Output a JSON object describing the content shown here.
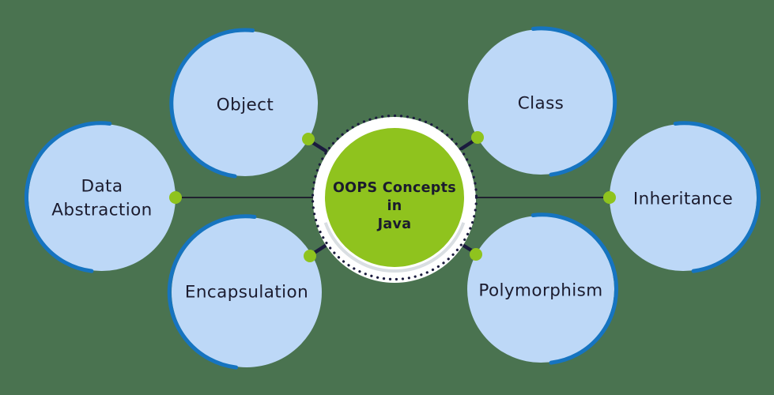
{
  "center": {
    "title_lines": [
      "OOPS Concepts",
      "in",
      "Java"
    ]
  },
  "nodes": [
    {
      "id": "object",
      "label": "Object"
    },
    {
      "id": "class",
      "label": "Class"
    },
    {
      "id": "data-abstraction",
      "label": "Data Abstraction",
      "label_lines": [
        "Data",
        "Abstraction"
      ]
    },
    {
      "id": "inheritance",
      "label": "Inheritance"
    },
    {
      "id": "encapsulation",
      "label": "Encapsulation"
    },
    {
      "id": "polymorphism",
      "label": "Polymorphism"
    }
  ],
  "colors": {
    "background": "#4A7350",
    "node_fill": "#BDD8F7",
    "node_arc": "#1674C0",
    "center_fill": "#8FC31E",
    "center_ring": "#FFFFFF",
    "center_shadow": "#D9DEE2",
    "dot_ring": "#1B1B3E",
    "connector_line": "#20222F",
    "connector_stub": "#1B1B3E",
    "connector_dot": "#8FC31E",
    "text": "#1B1B2E"
  }
}
